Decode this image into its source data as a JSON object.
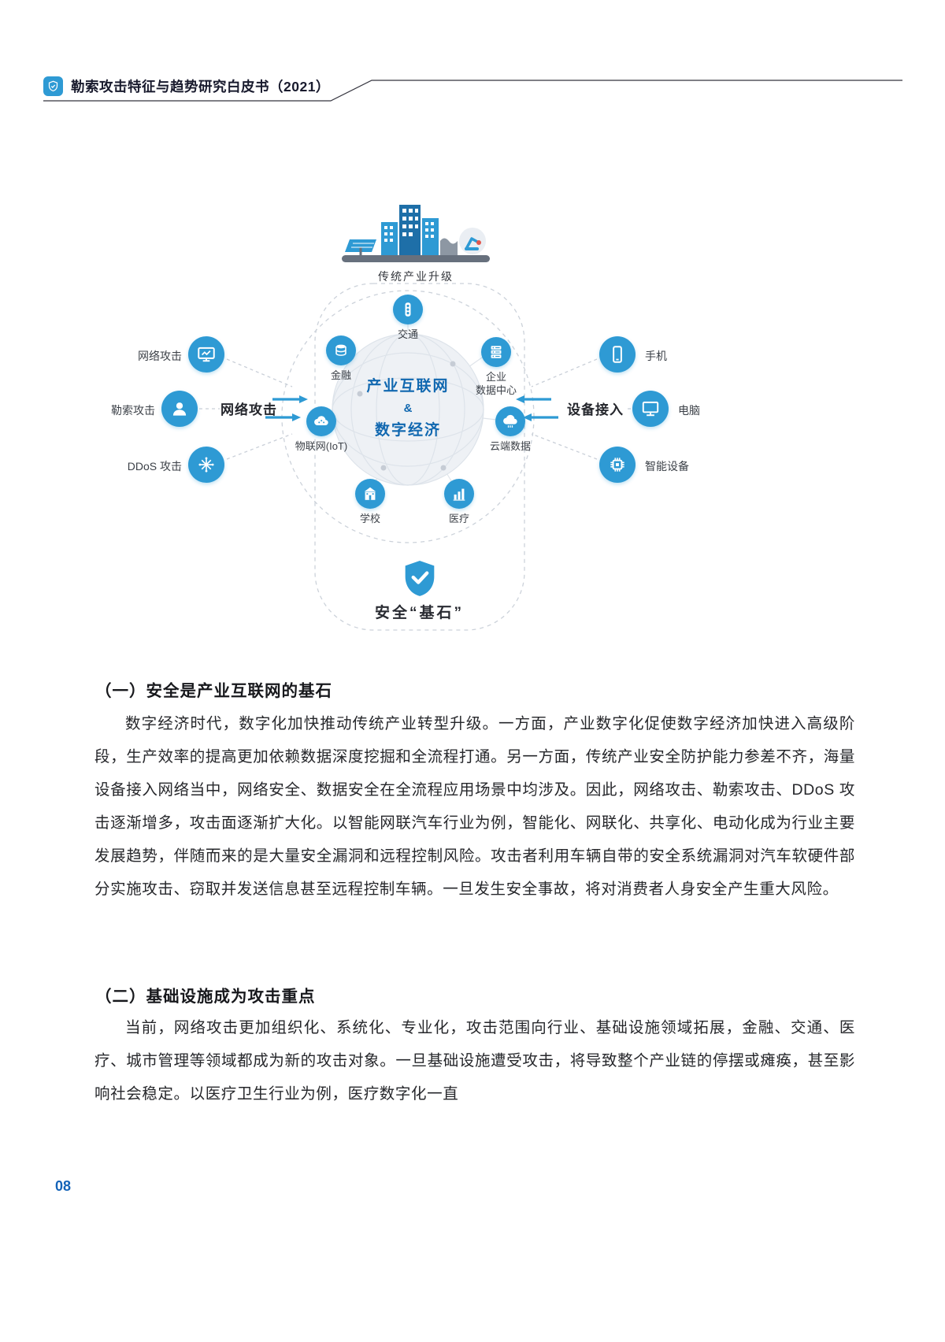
{
  "header": {
    "title": "勒索攻击特征与趋势研究白皮书（2021）",
    "icon": "shield-check-icon"
  },
  "diagram": {
    "top_node": {
      "label": "传统产业升级",
      "icon": "industry-city-icon"
    },
    "center": {
      "line1": "产业互联网",
      "line2": "&",
      "line3": "数字经济"
    },
    "inner_nodes": [
      {
        "label": "交通",
        "icon": "traffic-light-icon"
      },
      {
        "label": "金融",
        "icon": "finance-coins-icon"
      },
      {
        "label": "企业",
        "label2": "数据中心",
        "icon": "datacenter-icon"
      },
      {
        "label": "物联网(IoT)",
        "icon": "iot-cloud-icon"
      },
      {
        "label": "云端数据",
        "icon": "cloud-data-icon"
      },
      {
        "label": "学校",
        "icon": "school-icon"
      },
      {
        "label": "医疗",
        "icon": "medical-chart-icon"
      }
    ],
    "left_group": {
      "flow_label": "网络攻击",
      "items": [
        {
          "label": "网络攻击",
          "icon": "monitor-attack-icon"
        },
        {
          "label": "勒索攻击",
          "icon": "ransom-attacker-icon"
        },
        {
          "label": "DDoS 攻击",
          "icon": "ddos-burst-icon"
        }
      ]
    },
    "right_group": {
      "flow_label": "设备接入",
      "items": [
        {
          "label": "手机",
          "icon": "phone-icon"
        },
        {
          "label": "电脑",
          "icon": "computer-icon"
        },
        {
          "label": "智能设备",
          "icon": "chip-icon"
        }
      ]
    },
    "bottom_node": {
      "label": "安全“基石”",
      "icon": "shield-icon"
    }
  },
  "content": {
    "sections": [
      {
        "title": "（一）安全是产业互联网的基石",
        "body": "数字经济时代，数字化加快推动传统产业转型升级。一方面，产业数字化促使数字经济加快进入高级阶段，生产效率的提高更加依赖数据深度挖掘和全流程打通。另一方面，传统产业安全防护能力参差不齐，海量设备接入网络当中，网络安全、数据安全在全流程应用场景中均涉及。因此，网络攻击、勒索攻击、DDoS 攻击逐渐增多，攻击面逐渐扩大化。以智能网联汽车行业为例，智能化、网联化、共享化、电动化成为行业主要发展趋势，伴随而来的是大量安全漏洞和远程控制风险。攻击者利用车辆自带的安全系统漏洞对汽车软硬件部分实施攻击、窃取并发送信息甚至远程控制车辆。一旦发生安全事故，将对消费者人身安全产生重大风险。"
      },
      {
        "title": "（二）基础设施成为攻击重点",
        "body": "当前，网络攻击更加组织化、系统化、专业化，攻击范围向行业、基础设施领域拓展，金融、交通、医疗、城市管理等领域都成为新的攻击对象。一旦基础设施遭受攻击，将导致整个产业链的停摆或瘫痪，甚至影响社会稳定。以医疗卫生行业为例，医疗数字化一直"
      }
    ]
  },
  "footer": {
    "page_number": "08"
  },
  "colors": {
    "accent_blue": "#2e9ad4",
    "deep_blue": "#1168b0",
    "text_dark": "#26272b"
  }
}
